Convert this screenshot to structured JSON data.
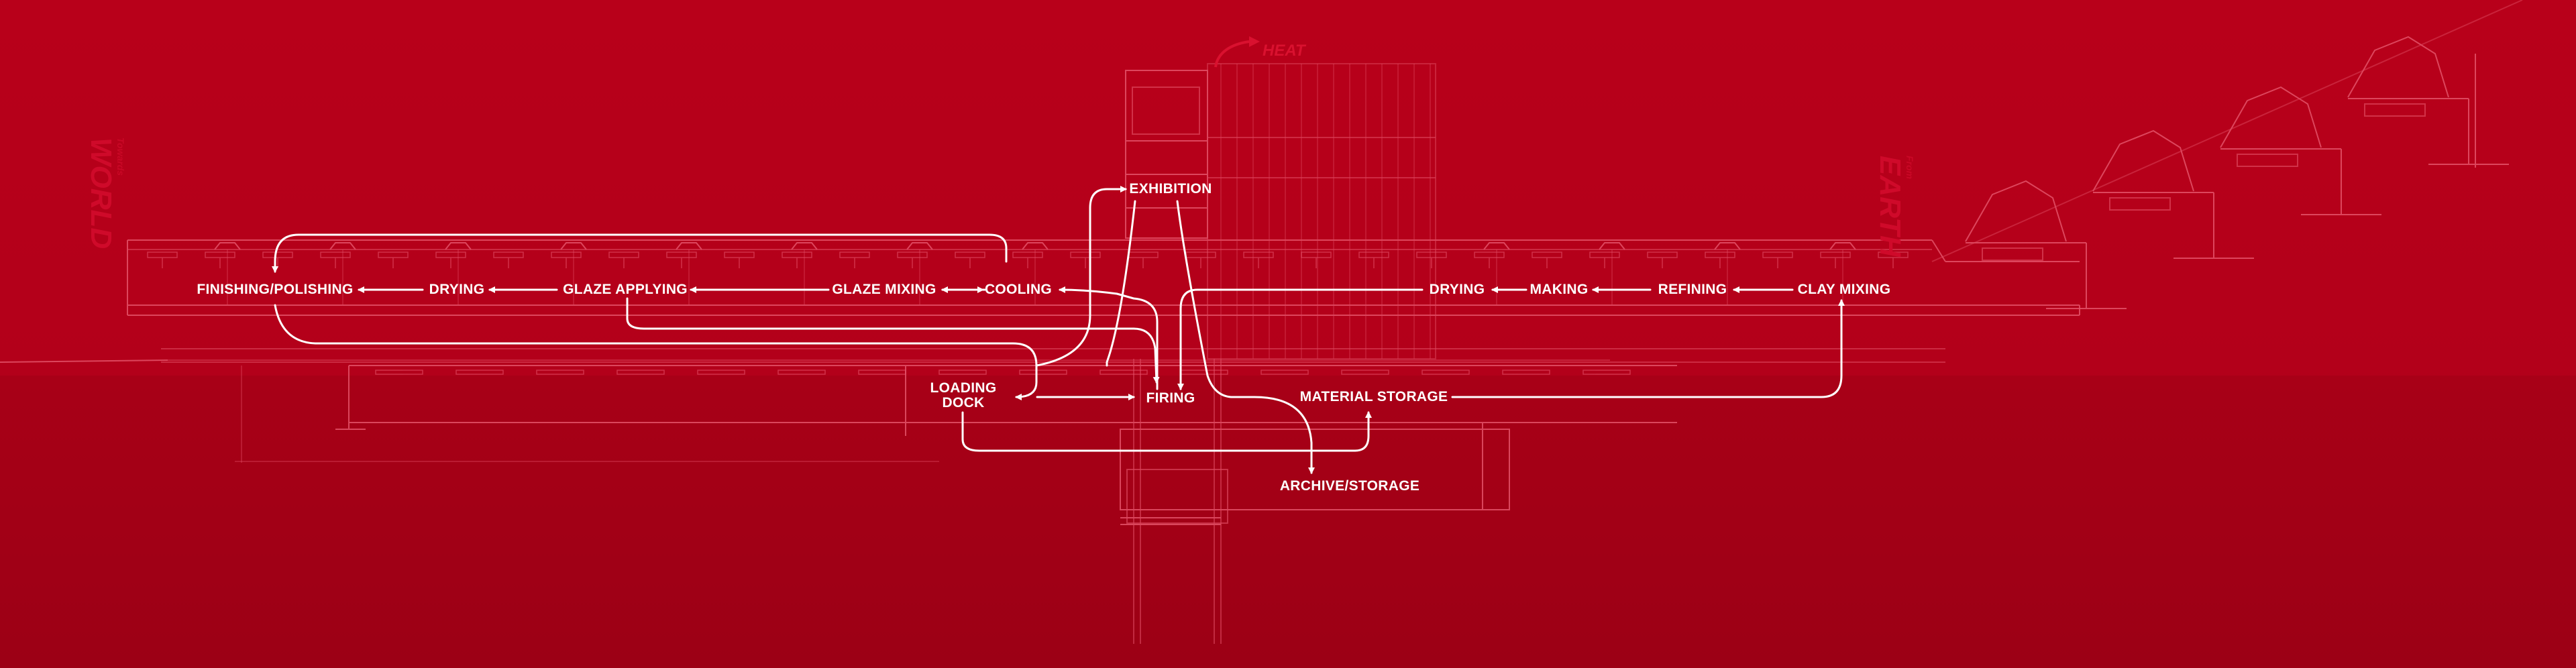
{
  "colors": {
    "background": "#b8001a",
    "ground": "#a30016",
    "lineart": "#e4536a",
    "flow": "#ffffff",
    "ghost_text": "#cf0a2a"
  },
  "steps": {
    "finishing": "FINISHING/POLISHING",
    "drying_left": "DRYING",
    "glaze_applying": "GLAZE APPLYING",
    "glaze_mixing": "GLAZE MIXING",
    "cooling": "COOLING",
    "exhibition": "EXHIBITION",
    "firing": "FIRING",
    "loading_dock": "LOADING DOCK",
    "material_storage": "MATERIAL STORAGE",
    "archive_storage": "ARCHIVE/STORAGE",
    "drying_right": "DRYING",
    "making": "MAKING",
    "refining": "REFINING",
    "clay_mixing": "CLAY MIXING"
  },
  "annotations": {
    "heat": "HEAT",
    "world_small": "Towards",
    "world_big": "WORLD",
    "earth_small": "From",
    "earth_big": "EARTH"
  }
}
